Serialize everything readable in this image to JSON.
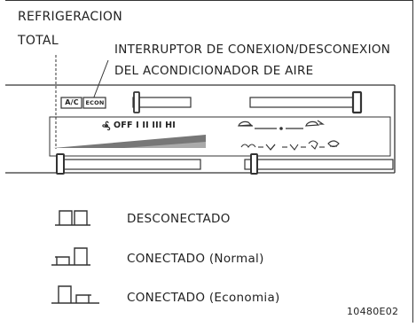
{
  "callouts": {
    "total_refrigeration_line1": "REFRIGERACION",
    "total_refrigeration_line2": "TOTAL",
    "ac_switch_line1": "INTERRUPTOR DE CONEXION/DESCONEXION",
    "ac_switch_line2": "DEL ACONDICIONADOR DE AIRE"
  },
  "panel": {
    "ac_button": "A/C",
    "econ_button": "ECON",
    "fan_speeds": "OFF I II III HI"
  },
  "legend": [
    {
      "label": "DESCONECTADO",
      "state": "both-up"
    },
    {
      "label": "CONECTADO (Normal)",
      "state": "ac-pressed"
    },
    {
      "label": "CONECTADO (Economia)",
      "state": "econ-pressed"
    }
  ],
  "figure_code": "10480E02"
}
